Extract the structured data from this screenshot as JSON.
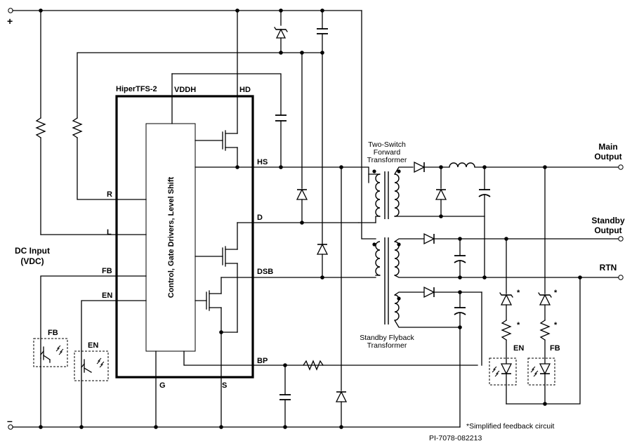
{
  "ic": {
    "name": "HiperTFS-2",
    "core_label": "Control, Gate Drivers, Level Shift",
    "pins": {
      "vddh": "VDDH",
      "hd": "HD",
      "hs": "HS",
      "d": "D",
      "dsb": "DSB",
      "bp": "BP",
      "r": "R",
      "l": "L",
      "fb": "FB",
      "en": "EN",
      "g": "G",
      "s": "S"
    }
  },
  "input": {
    "plus": "+",
    "minus": "–",
    "label_line1": "DC Input",
    "label_line2": "(VDC)"
  },
  "transformers": {
    "forward_line1": "Two-Switch",
    "forward_line2": "Forward",
    "forward_line3": "Transformer",
    "flyback_line1": "Standby Flyback",
    "flyback_line2": "Transformer"
  },
  "outputs": {
    "main_line1": "Main",
    "main_line2": "Output",
    "standby_line1": "Standby",
    "standby_line2": "Output",
    "rtn": "RTN"
  },
  "optocouplers": {
    "fb_primary": "FB",
    "en_primary": "EN",
    "en_secondary": "EN",
    "fb_secondary": "FB"
  },
  "asterisk": "*",
  "footnote": "*Simplified feedback circuit",
  "part_number": "PI-7078-082213"
}
